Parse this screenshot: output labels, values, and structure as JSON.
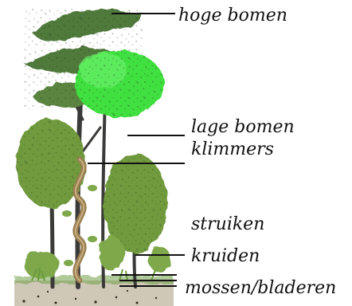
{
  "labels": [
    {
      "id": "hoge-bomen",
      "text": "hoge bomen"
    },
    {
      "id": "lage-bomen",
      "text": "lage bomen"
    },
    {
      "id": "klimmers",
      "text": "klimmers"
    },
    {
      "id": "struiken",
      "text": "struiken"
    },
    {
      "id": "kruiden",
      "text": "kruiden"
    },
    {
      "id": "mossen-bladeren",
      "text": "mossen/bladeren"
    }
  ],
  "colors": {
    "tall_tree_crown": "#4f7a3a",
    "bright_crown": "#3fe040",
    "low_tree_crown": "#6f9a3c",
    "shrub": "#7ea84a",
    "herbs": "#8dbb5a",
    "vine": "#9a7f52",
    "trunk": "#3a3a38",
    "ground": "#a89a7a",
    "leader_line": "#111111"
  }
}
